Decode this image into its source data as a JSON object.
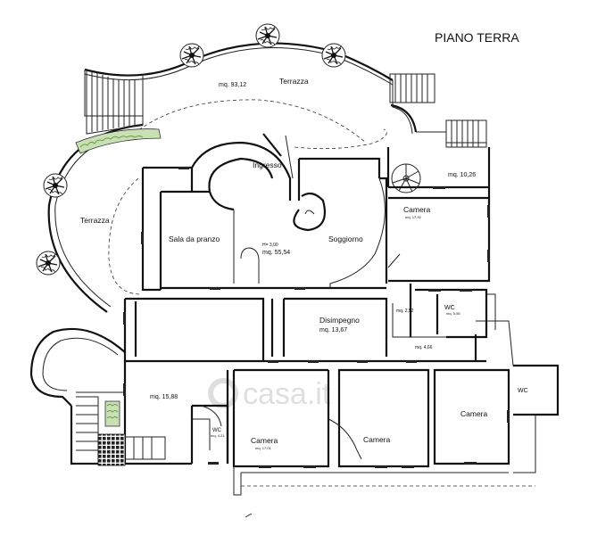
{
  "plan": {
    "title": "PIANO TERRA",
    "watermark": "casa.it",
    "labels": {
      "terrazza_top": "Terrazza",
      "terrazza_top_area": "mq. 93,12",
      "terrazza_left": "Terrazza",
      "ingresso": "Ingresso",
      "sala_da_pranzo": "Sala da pranzo",
      "soggiorno": "Soggiorno",
      "height": "H= 3,00",
      "living_area": "mq. 55,54",
      "camera_top": "Camera",
      "camera_top_area": "mq. 17,92",
      "stair_area": "mq. 10,26",
      "disimpegno": "Disimpegno",
      "disimpegno_area": "mq. 13,67",
      "small_area_1": "mq. 2,52",
      "wc_1": "WC",
      "wc_1_area": "mq. 5,56",
      "small_area_2": "mq. 4,66",
      "lower_left_area": "mq. 15,88",
      "wc_2": "WC",
      "wc_2_area": "mq. 4,21",
      "camera_bottom_1": "Camera",
      "camera_bottom_1_area": "mq. 17,01",
      "camera_bottom_2": "Camera",
      "camera_bottom_3": "Camera",
      "wc_3": "WC"
    },
    "icons": [
      "tree-icon",
      "staircase-icon",
      "hedge-planter-icon",
      "floor-grid-icon",
      "door-swing-icon"
    ]
  }
}
